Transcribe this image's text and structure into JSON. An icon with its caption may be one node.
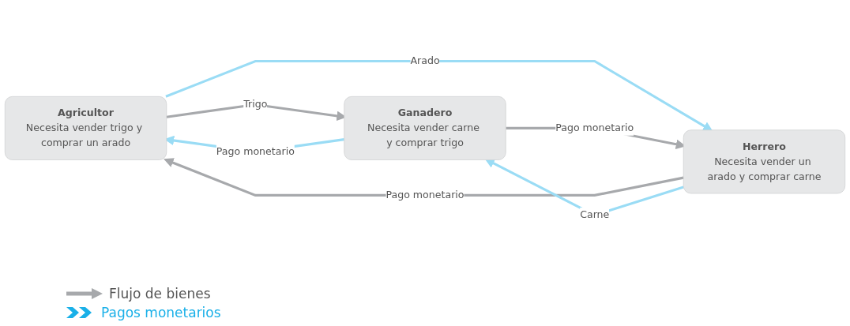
{
  "diagram": {
    "nodes": [
      {
        "text": [
          "Agricultor",
          "Necesita vender trigo y comprar un arado"
        ]
      },
      {
        "text": [
          "Ganadero",
          "Necesita vender carne y comprar trigo"
        ]
      },
      {
        "text": [
          "Herrero",
          "Necesita vender un arado y comprar carne"
        ]
      }
    ],
    "edges": [
      {
        "from": 0,
        "to": 1,
        "arrow": "to",
        "label": "Trigo"
      },
      {
        "from": 1,
        "to": 0,
        "arrow": "to",
        "label": "Pago monetario",
        "color": "#9adcf5"
      },
      {
        "from": 0,
        "to": 2,
        "arrow": "to",
        "label": "Arado",
        "color": "#9adcf5"
      },
      {
        "from": 2,
        "to": 0,
        "arrow": "to",
        "label": "Pago monetario"
      },
      {
        "from": 1,
        "to": 2,
        "arrow": "to",
        "label": "Pago monetario"
      },
      {
        "from": 2,
        "to": 1,
        "arrow": "to",
        "label": "Carne",
        "color": "#9adcf5"
      }
    ],
    "legend": [
      {
        "text": "Flujo de bienes"
      },
      {
        "text": "Pagos monetarios"
      }
    ]
  }
}
